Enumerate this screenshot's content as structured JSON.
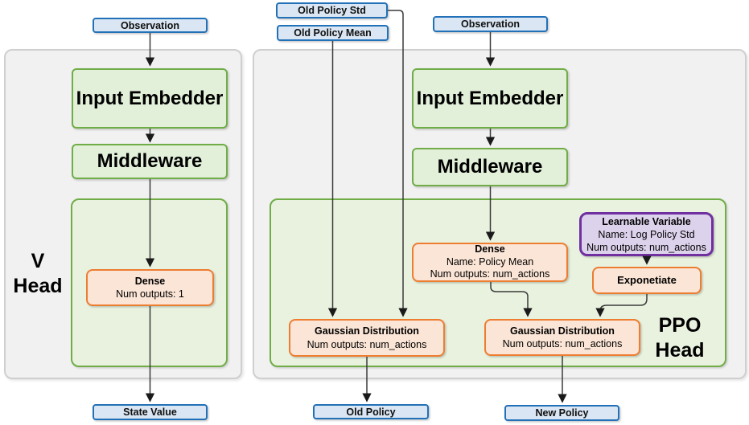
{
  "colors": {
    "blue_border": "#2271B8",
    "blue_fill": "#DAE6F3",
    "green_border": "#70AD47",
    "green_fill": "#E2EFD9",
    "panel_green_fill": "#E9F2DF",
    "orange_border": "#ED7D31",
    "orange_fill": "#FBE5D6",
    "purple_border": "#7030A0",
    "purple_fill": "#DDD2EC",
    "gray_fill": "#F1F1F1",
    "gray_border": "#CFCFCF",
    "line": "#3a3a3a"
  },
  "v_head": {
    "title_line1": "V",
    "title_line2": "Head",
    "observation": "Observation",
    "input_embedder": "Input Embedder",
    "middleware": "Middleware",
    "dense": {
      "title": "Dense",
      "outputs": "Num outputs: 1"
    },
    "state_value": "State Value"
  },
  "ppo_head": {
    "title_line1": "PPO",
    "title_line2": "Head",
    "inputs": {
      "old_policy_std": "Old Policy Std",
      "old_policy_mean": "Old Policy Mean",
      "observation": "Observation"
    },
    "input_embedder": "Input Embedder",
    "middleware": "Middleware",
    "dense": {
      "title": "Dense",
      "name": "Name: Policy Mean",
      "outputs": "Num outputs: num_actions"
    },
    "learnable_variable": {
      "title": "Learnable Variable",
      "name": "Name: Log Policy Std",
      "outputs": "Num outputs: num_actions"
    },
    "exponentiate": "Exponetiate",
    "gaussian_old": {
      "title": "Gaussian Distribution",
      "outputs": "Num outputs: num_actions"
    },
    "gaussian_new": {
      "title": "Gaussian Distribution",
      "outputs": "Num outputs: num_actions"
    },
    "outputs": {
      "old_policy": "Old Policy",
      "new_policy": "New Policy"
    }
  }
}
